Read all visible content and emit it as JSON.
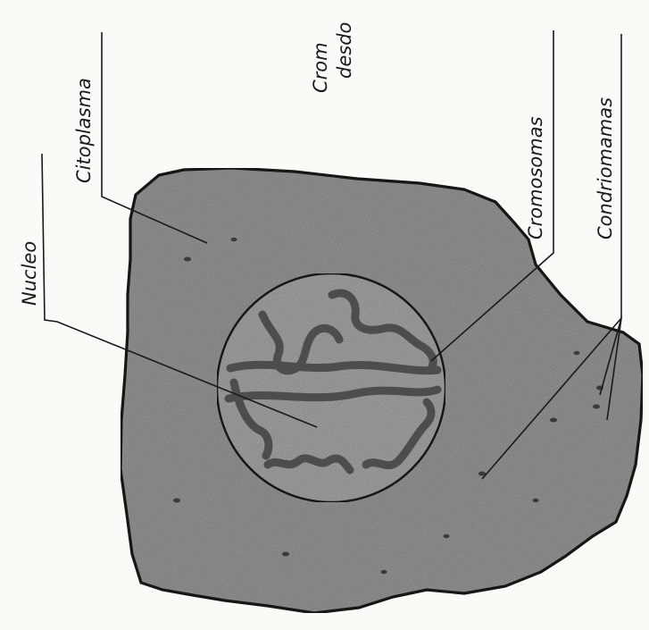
{
  "figure": {
    "labels": {
      "citoplasma": "Citoplasma",
      "nucleo": "Nucleo",
      "cromosomas": "Cromosomas",
      "condriomamas": "Condriomamas",
      "cromatina_top": "Crom",
      "cromatina_bottom": "desdo"
    },
    "colors": {
      "background": "#fbfaf7",
      "cytoplasm_fill": "#8f8f8f",
      "outline": "#1a1a1a",
      "nucleus_fill": "#9c9c9c",
      "chromosome": "#4d4d4d"
    }
  }
}
